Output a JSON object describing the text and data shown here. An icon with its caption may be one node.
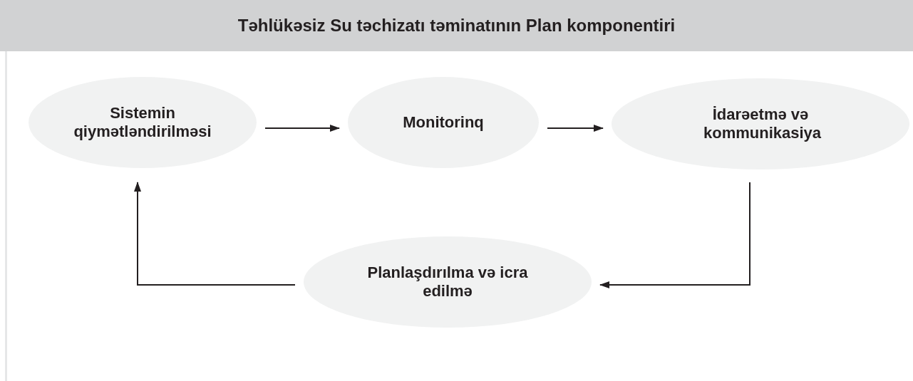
{
  "diagram": {
    "title": "Təhlükəsiz Su təchizatı təminatının Plan komponentiri",
    "nodes": [
      {
        "text": [
          "Sistemin qiymətləndirilməsi"
        ]
      },
      {
        "text": [
          "Monitorinq"
        ]
      },
      {
        "text": [
          "İdarəetmə və kommunikasiya"
        ]
      },
      {
        "text": [
          "Planlaşdırılma və icra edilmə"
        ]
      }
    ],
    "edges": [
      {
        "from": 0,
        "to": 1,
        "arrow": "to"
      },
      {
        "from": 1,
        "to": 2,
        "arrow": "to"
      },
      {
        "from": 2,
        "to": 3,
        "arrow": "to"
      },
      {
        "from": 3,
        "to": 0,
        "arrow": "to"
      }
    ]
  }
}
